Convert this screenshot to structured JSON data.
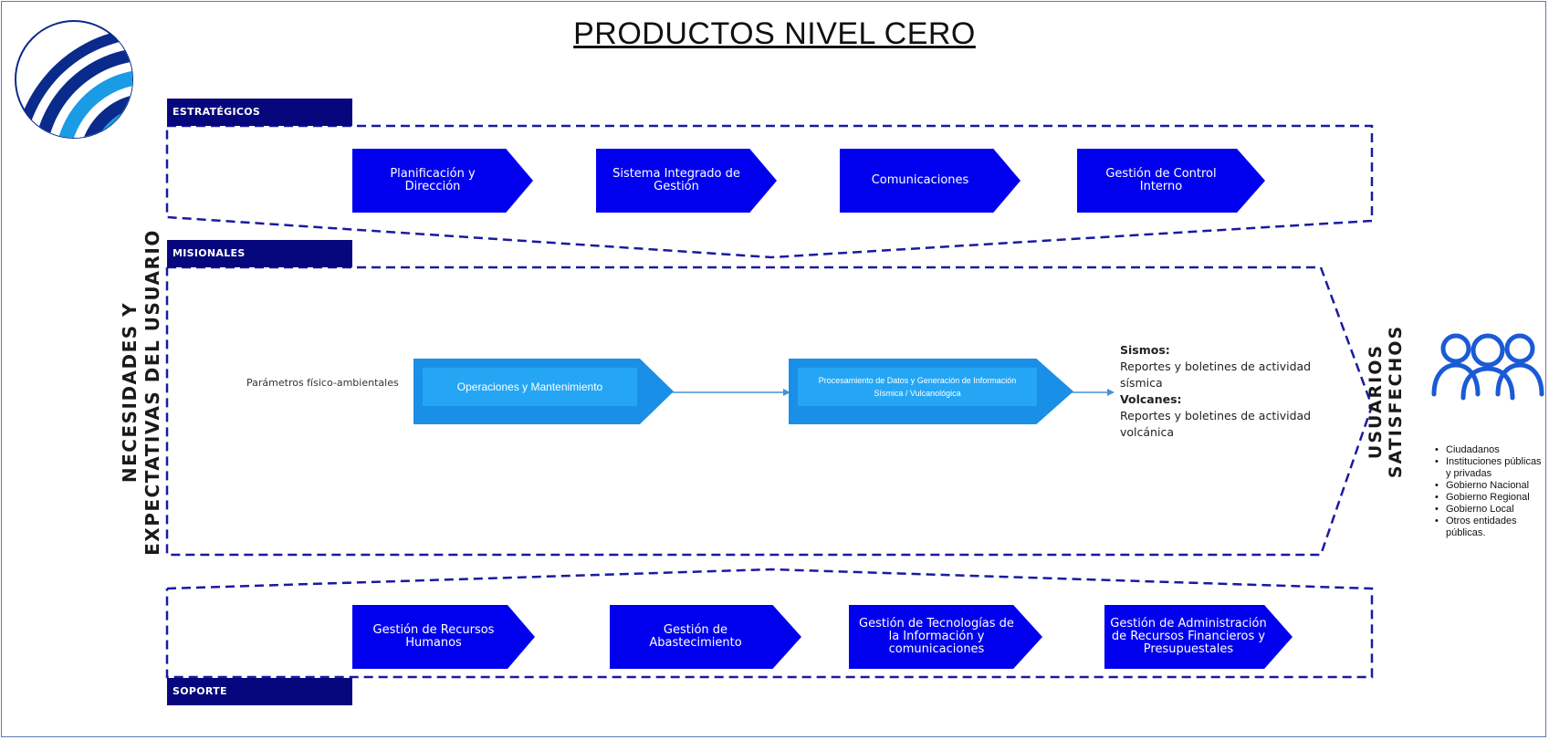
{
  "title": "PRODUCTOS NIVEL CERO",
  "logo": {
    "icon": "institution-logo-waves",
    "colors": [
      "#0a2a8c",
      "#1a9be6"
    ]
  },
  "left_label": "NECESIDADES Y EXPECTATIVAS DEL USUARIO",
  "right_label": "USUARIOS SATISFECHOS",
  "colors": {
    "dark_blue": "#07077d",
    "process_blue": "#0000ee",
    "missional_blue": "#1a8fe8",
    "dash": "#1a1aa0"
  },
  "estrategicos": {
    "label": "ESTRATÉGICOS",
    "processes": [
      "Planificación y Dirección",
      "Sistema Integrado de Gestión",
      "Comunicaciones",
      "Gestión de Control Interno"
    ]
  },
  "misionales": {
    "label": "MISIONALES",
    "input": "Parámetros físico-ambientales",
    "processes": [
      "Operaciones y Mantenimiento",
      "Procesamiento de Datos y Generación de Información Sísmica / Vulcanológica"
    ],
    "outputs": [
      {
        "heading": "Sismos:",
        "text": "Reportes y boletines de actividad sísmica"
      },
      {
        "heading": "Volcanes:",
        "text": "Reportes y boletines de actividad volcánica"
      }
    ]
  },
  "soporte": {
    "label": "SOPORTE",
    "processes": [
      "Gestión de Recursos Humanos",
      "Gestión de Abastecimiento",
      "Gestión de Tecnologías de la Información y comunicaciones",
      "Gestión de Administración de Recursos Financieros y Presupuestales"
    ]
  },
  "users": {
    "icon": "users-group-icon",
    "list": [
      "Ciudadanos",
      "Instituciones públicas y privadas",
      "Gobierno Nacional",
      "Gobierno Regional",
      "Gobierno Local",
      "Otros entidades públicas."
    ]
  }
}
